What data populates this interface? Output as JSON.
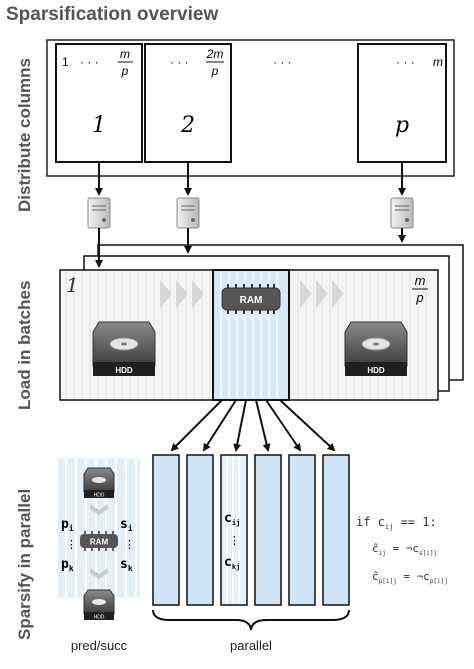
{
  "title": "Sparsification overview",
  "sections": {
    "distribute": "Distribute columns",
    "load": "Load in batches",
    "sparsify": "Sparsify in parallel"
  },
  "distribute": {
    "blocks": [
      {
        "range_start": "1",
        "range_dots": "· · ·",
        "range_end_num": "m",
        "range_end_den": "p",
        "index": "1"
      },
      {
        "range_start": "",
        "range_dots": "· · ·",
        "range_end_num": "2m",
        "range_end_den": "p",
        "index": "2"
      },
      {
        "range_start": "",
        "range_dots": "· · ·",
        "range_end_num": "",
        "range_end_den": "",
        "index": ""
      },
      {
        "range_start": "",
        "range_dots": "· · ·",
        "range_end_num": "m",
        "range_end_den": "",
        "index": "p"
      }
    ]
  },
  "load": {
    "batch_first": "1",
    "batch_last_num": "m",
    "batch_last_den": "p",
    "hdd_label": "HDD",
    "ram_label": "RAM"
  },
  "sparsify": {
    "mini_hdd_label": "HDD",
    "mini_ram_label": "RAM",
    "p_i": "p",
    "p_i_sub": "i",
    "p_k": "p",
    "p_k_sub": "k",
    "s_i": "s",
    "s_i_sub": "i",
    "s_k": "s",
    "s_k_sub": "k",
    "c_ij": "c",
    "c_ij_sub": "ij",
    "c_kj": "c",
    "c_kj_sub": "kj",
    "pred_succ": "pred/succ",
    "parallel": "parallel",
    "code": {
      "line1_a": "if c",
      "line1_sub": "ij",
      "line1_b": " == 1:",
      "line2_a": "ĉ",
      "line2_sub1": "ij",
      "line2_b": " = ¬c",
      "line2_sub2": "s[i]j",
      "line3_a": "ĉ",
      "line3_sub1": "p[i]j",
      "line3_b": " = ¬c",
      "line3_sub2": "p[i]j"
    }
  },
  "colors": {
    "column_blue": "#cfe5f5",
    "column_stroke": "#1a1a1a",
    "ram_band": "#d7e9f7",
    "hdd_body": "#4a4a4a",
    "chevron": "#d9d9d9"
  }
}
